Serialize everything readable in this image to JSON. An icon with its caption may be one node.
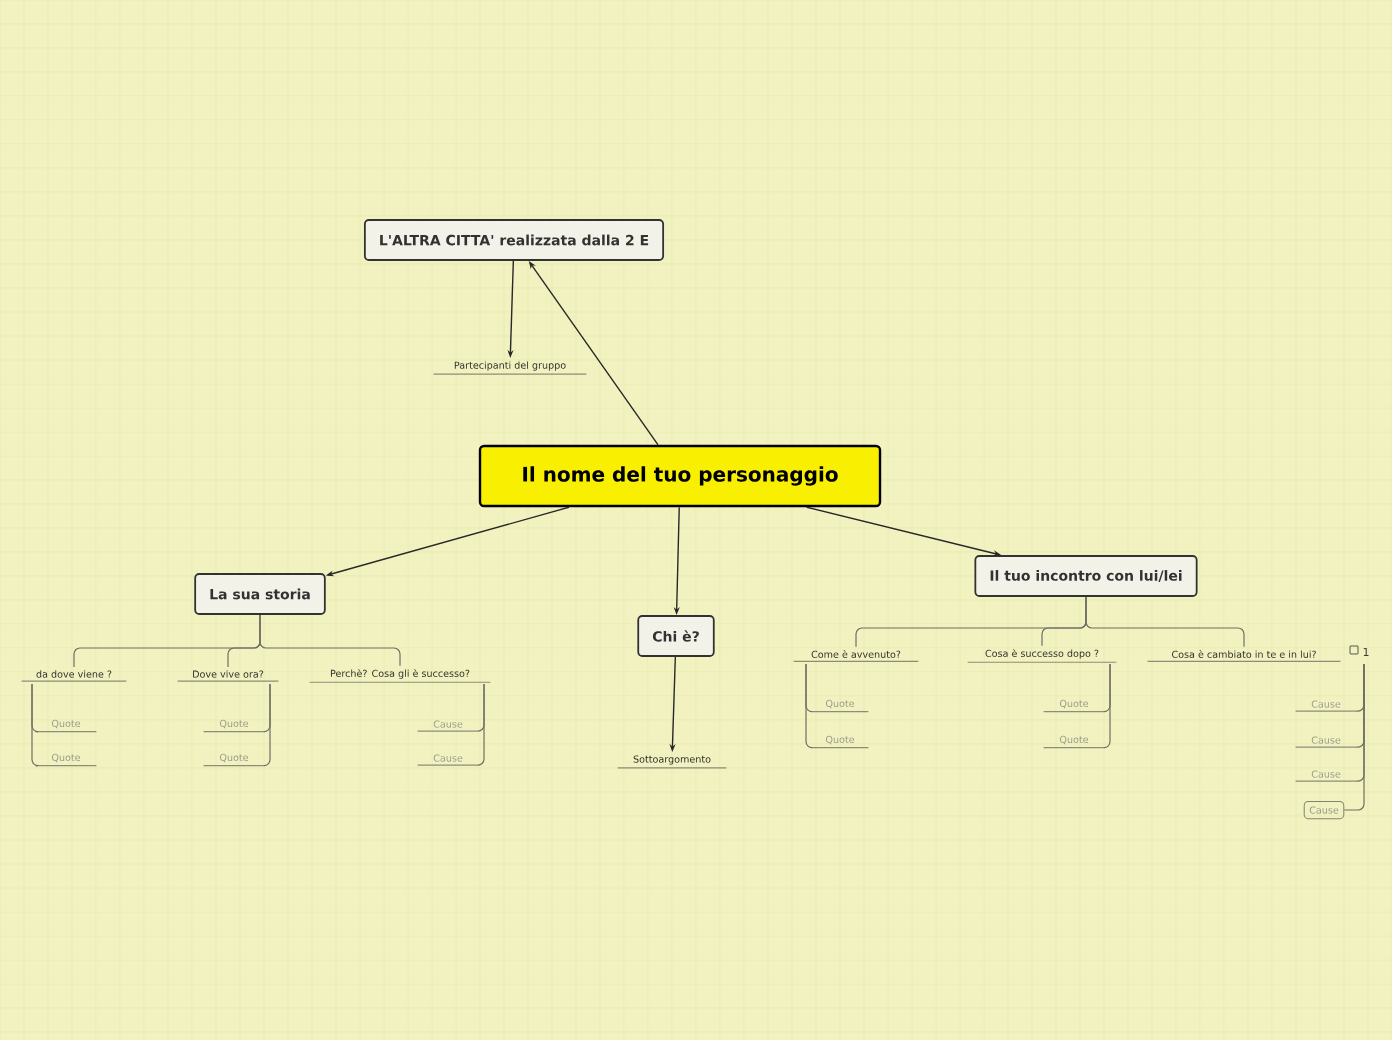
{
  "diagram": {
    "nodes": [
      {
        "text": [
          "Il nome del tuo personaggio"
        ]
      },
      {
        "text": [
          "L'ALTRA CITTA' realizzata dalla 2 E"
        ]
      },
      {
        "text": [
          "Partecipanti  del gruppo"
        ]
      },
      {
        "text": [
          "La sua storia"
        ]
      },
      {
        "text": [
          "Chi è?"
        ]
      },
      {
        "text": [
          "Il tuo incontro con lui/lei"
        ]
      },
      {
        "text": [
          "da dove viene ?"
        ]
      },
      {
        "text": [
          "Dove vive ora?"
        ]
      },
      {
        "text": [
          "Perchè?  Cosa gli è successo?"
        ]
      },
      {
        "text": [
          "Quote"
        ]
      },
      {
        "text": [
          "Quote"
        ]
      },
      {
        "text": [
          "Quote"
        ]
      },
      {
        "text": [
          "Quote"
        ]
      },
      {
        "text": [
          "Cause"
        ]
      },
      {
        "text": [
          "Cause"
        ]
      },
      {
        "text": [
          "Sottoargomento"
        ]
      },
      {
        "text": [
          "Come è avvenuto?"
        ]
      },
      {
        "text": [
          "Cosa è successo dopo ?"
        ]
      },
      {
        "text": [
          "Cosa è cambiato in te e in lui?"
        ]
      },
      {
        "text": [
          "Quote"
        ]
      },
      {
        "text": [
          "Quote"
        ]
      },
      {
        "text": [
          "Quote"
        ]
      },
      {
        "text": [
          "Quote"
        ]
      },
      {
        "text": [
          "Cause"
        ]
      },
      {
        "text": [
          "Cause"
        ]
      },
      {
        "text": [
          "Cause"
        ]
      },
      {
        "text": [
          "Cause"
        ]
      }
    ],
    "edges": [
      {
        "from": 0,
        "to": 1,
        "arrow": "to"
      },
      {
        "from": 1,
        "to": 2,
        "arrow": "to"
      },
      {
        "from": 0,
        "to": 3,
        "arrow": "to"
      },
      {
        "from": 0,
        "to": 4,
        "arrow": "to"
      },
      {
        "from": 0,
        "to": 5,
        "arrow": "to"
      },
      {
        "from": 4,
        "to": 15,
        "arrow": "to"
      },
      {
        "from": 3,
        "to": 6,
        "arrow": "none"
      },
      {
        "from": 3,
        "to": 7,
        "arrow": "none"
      },
      {
        "from": 3,
        "to": 8,
        "arrow": "none"
      },
      {
        "from": 6,
        "to": 9,
        "arrow": "none"
      },
      {
        "from": 6,
        "to": 10,
        "arrow": "none"
      },
      {
        "from": 7,
        "to": 11,
        "arrow": "none"
      },
      {
        "from": 7,
        "to": 12,
        "arrow": "none"
      },
      {
        "from": 8,
        "to": 13,
        "arrow": "none"
      },
      {
        "from": 8,
        "to": 14,
        "arrow": "none"
      },
      {
        "from": 5,
        "to": 16,
        "arrow": "none"
      },
      {
        "from": 5,
        "to": 17,
        "arrow": "none"
      },
      {
        "from": 5,
        "to": 18,
        "arrow": "none"
      },
      {
        "from": 16,
        "to": 19,
        "arrow": "none"
      },
      {
        "from": 16,
        "to": 20,
        "arrow": "none"
      },
      {
        "from": 17,
        "to": 21,
        "arrow": "none"
      },
      {
        "from": 17,
        "to": 22,
        "arrow": "none"
      },
      {
        "from": 18,
        "to": 23,
        "arrow": "none"
      },
      {
        "from": 18,
        "to": 24,
        "arrow": "none"
      },
      {
        "from": 18,
        "to": 25,
        "arrow": "none"
      },
      {
        "from": 18,
        "to": 26,
        "arrow": "none"
      }
    ],
    "labels": [
      "1"
    ]
  }
}
